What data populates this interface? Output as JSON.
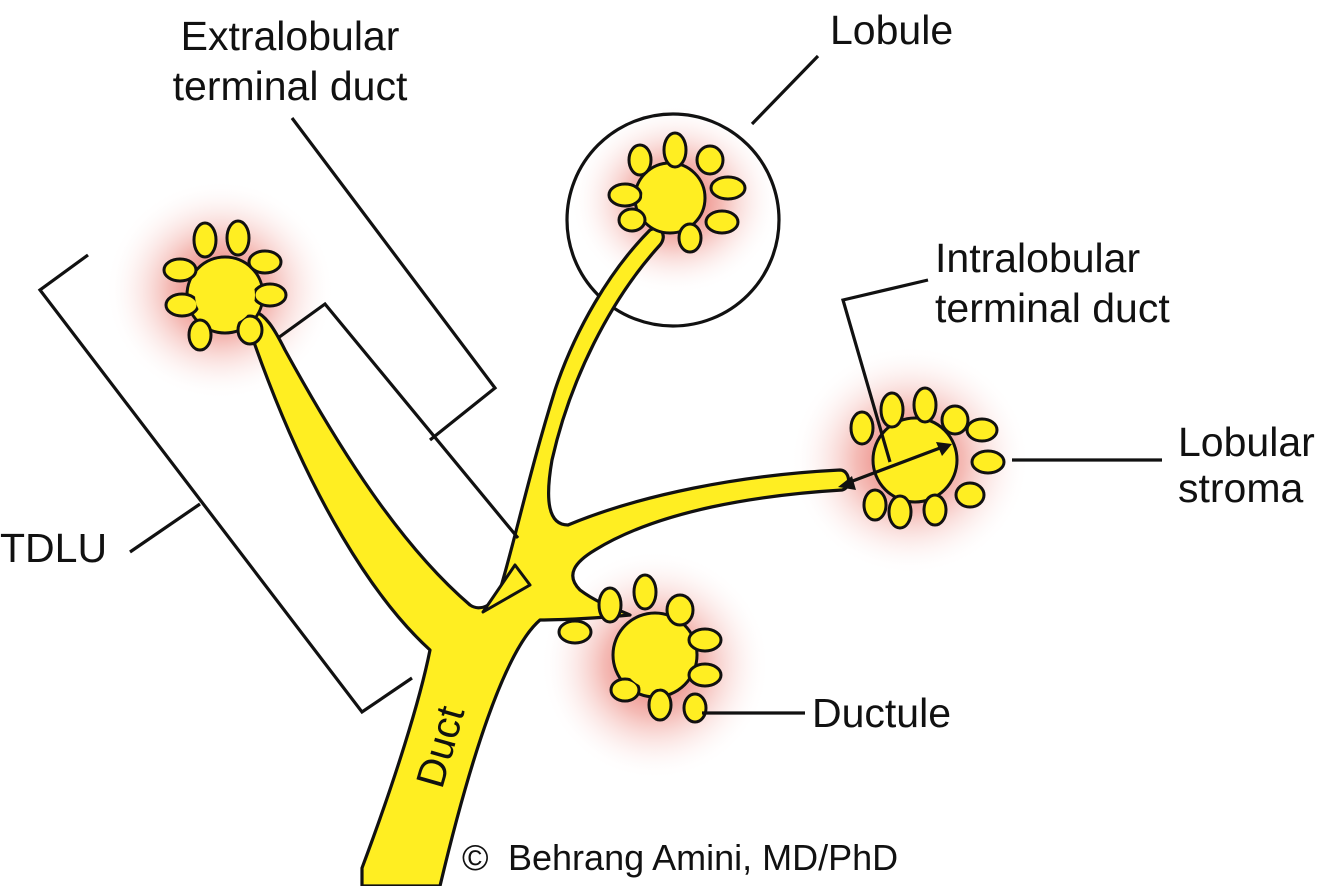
{
  "labels": {
    "extralobular_line1": "Extralobular",
    "extralobular_line2": "terminal duct",
    "lobule": "Lobule",
    "intralobular_line1": "Intralobular",
    "intralobular_line2": "terminal duct",
    "lobular_stroma_line1": "Lobular",
    "lobular_stroma_line2": "stroma",
    "tdlu": "TDLU",
    "ductule": "Ductule",
    "duct": "Duct"
  },
  "copyright": {
    "symbol": "©",
    "text": "Behrang Amini, MD/PhD"
  },
  "colors": {
    "duct_fill": "#FFEE22",
    "outline": "#111111",
    "stroma_glow": "#E0403A",
    "background": "#FFFFFF"
  }
}
